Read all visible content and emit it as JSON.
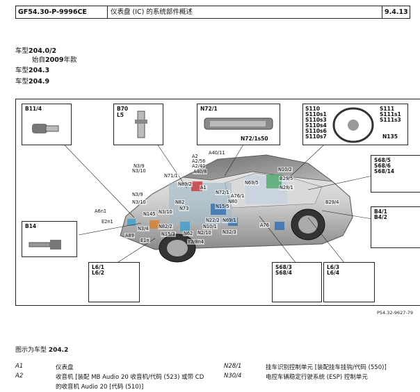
{
  "header": {
    "doc_id": "GF54.30-P-9996CE",
    "title": "仪表盘 (IC) 的系统部件概述",
    "version": "9.4.13"
  },
  "models": {
    "m1_prefix": "车型",
    "m1_value": "204.0/2",
    "m1_since_prefix": "始自",
    "m1_since_year": "2009",
    "m1_since_suffix": "年款",
    "m2_prefix": "车型",
    "m2_value": "204.3",
    "m3_prefix": "车型",
    "m3_value": "204.9"
  },
  "figure": {
    "code": "P54.32-9627-79",
    "boxes": {
      "b11": "B11/4",
      "b70": [
        "B70",
        "L5"
      ],
      "n72": "N72/1",
      "n72_sub": "N72/1s50",
      "steer_left": [
        "S110",
        "S110s1",
        "S110s3",
        "S110s4",
        "S110s6",
        "S110s7"
      ],
      "steer_right": [
        "S111",
        "S111s1",
        "S111s3"
      ],
      "steer_n135": "N135",
      "s68_top": [
        "S68/5",
        "S68/6",
        "S68/14"
      ],
      "b4": [
        "B4/1",
        "B4/2"
      ],
      "b14": "B14",
      "l6_left": [
        "L6/1",
        "L6/2"
      ],
      "s68_mid": [
        "S68/3",
        "S68/4"
      ],
      "l6_right": [
        "L6/3",
        "L6/4"
      ]
    },
    "labels": {
      "n39a": "N3/9",
      "n310a": "N3/10",
      "n711": "N71/1",
      "a2": "A2",
      "a256": "A2/56",
      "a240": "A2/40",
      "a4011": "A40/11",
      "a40_2": "A40/8",
      "n892a": "N89/2",
      "a1": "A1",
      "n39b": "N3/9",
      "n310b": "N3/10",
      "n82a": "N82",
      "n72a": "N72/1",
      "a761": "A76/1",
      "n695": "N69/5",
      "n102": "N10/2",
      "b295": "B29/5",
      "n281": "N28/1",
      "b294": "B29/4",
      "a6n1": "A6n1",
      "n145": "N145",
      "n310c": "N3/10",
      "n73": "N73",
      "n15": "N15/5",
      "n80": "N80",
      "e2n1": "E2n1",
      "n34": "N3/4",
      "n822": "N82/2",
      "n222": "N22/2",
      "n691": "N69/1",
      "a76": "A76",
      "a89": "A89",
      "n15b": "N15/3",
      "n101": "N10/1",
      "n323": "N32/3",
      "e1n": "E1n",
      "n2710": "N2/10",
      "n62": "N62",
      "y3": "Y3/8n4"
    }
  },
  "caption": {
    "prefix": "图示为车型",
    "model": "204.2"
  },
  "legend": [
    {
      "code": "A1",
      "desc": "仪表盘",
      "code2": "N28/1",
      "desc2": "挂车识别控制单元 [装配挂车挂钩/代码 (550)]"
    },
    {
      "code": "A2",
      "desc": "收音机 [装配 MB Audio 20 收音机/代码 (523) 或带 CD",
      "code2": "N30/4",
      "desc2": "电控车辆稳定行驶系统 (ESP) 控制单元"
    },
    {
      "code": "",
      "desc": "的收音机 Audio 20 [代码 (510)]",
      "code2": "",
      "desc2": ""
    }
  ]
}
